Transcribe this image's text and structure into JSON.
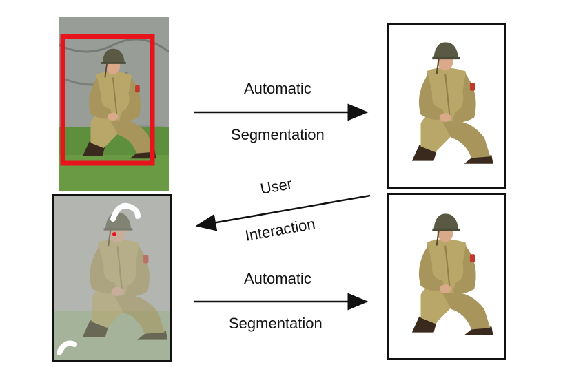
{
  "diagram": {
    "top_arrow": {
      "label_line1": "Automatic",
      "label_line2": "Segmentation"
    },
    "middle_arrow": {
      "label_line1": "User",
      "label_line2": "Interaction"
    },
    "bottom_arrow": {
      "label_line1": "Automatic",
      "label_line2": "Segmentation"
    }
  },
  "panels": [
    {
      "name": "input-photo-with-bounding-box",
      "bbox_color": "#e8141b"
    },
    {
      "name": "first-segmentation-result"
    },
    {
      "name": "user-scribbles-photo"
    },
    {
      "name": "refined-segmentation-result"
    }
  ],
  "colors": {
    "uniform": "#b9a76a",
    "uniform_shadow": "#8f7f4a",
    "helmet": "#5a5a44",
    "skin": "#d9a98a",
    "boots": "#3a2a1e",
    "grass": "#5e8f3c",
    "rock": "#8d918c",
    "frame": "#111111",
    "bbox": "#e8141b",
    "scribble_white": "#ffffff",
    "scribble_red": "#e8141b"
  }
}
